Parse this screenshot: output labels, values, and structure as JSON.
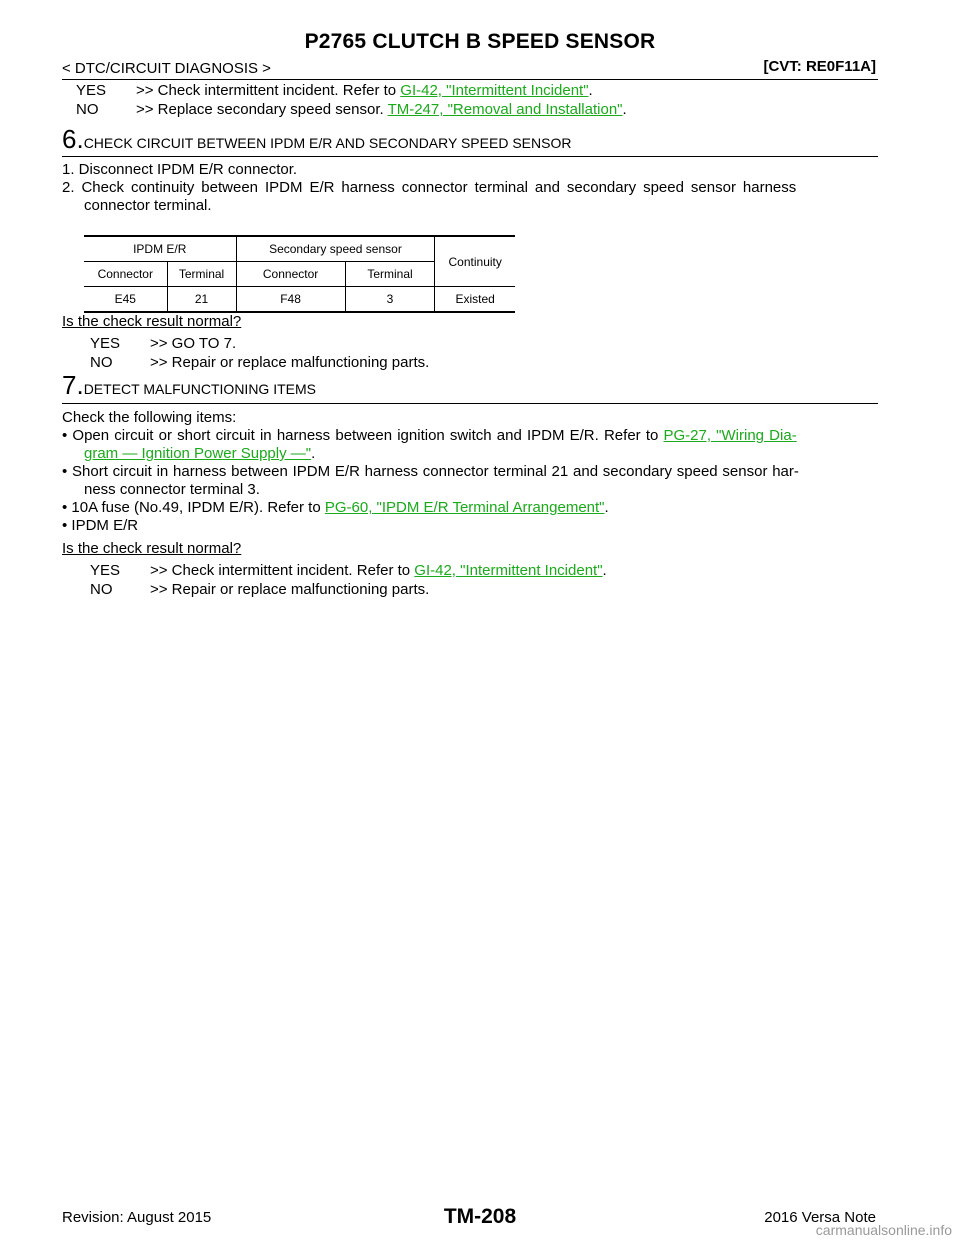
{
  "header": {
    "title": "P2765 CLUTCH B SPEED SENSOR",
    "section": "< DTC/CIRCUIT DIAGNOSIS >",
    "model": "[CVT: RE0F11A]"
  },
  "top_results": [
    {
      "key": "YES",
      "text": ">> Check intermittent incident. Refer to ",
      "link": "GI-42, \"Intermittent Incident\"",
      "suffix": "."
    },
    {
      "key": "NO",
      "text": ">> Replace secondary speed sensor. ",
      "link": "TM-247, \"Removal and Installation\"",
      "suffix": "."
    }
  ],
  "step6": {
    "num": "6.",
    "title": "CHECK CIRCUIT BETWEEN IPDM E/R AND SECONDARY SPEED SENSOR",
    "items": [
      "1.  Disconnect IPDM E/R connector.",
      "2.  Check continuity between IPDM E/R harness connector terminal and secondary speed sensor harness",
      "connector terminal."
    ],
    "table": {
      "group1": "IPDM E/R",
      "group2": "Secondary speed sensor",
      "continuity": "Continuity",
      "headers": [
        "Connector",
        "Terminal",
        "Connector",
        "Terminal"
      ],
      "row": [
        "E45",
        "21",
        "F48",
        "3",
        "Existed"
      ]
    },
    "question": "Is the check result normal?",
    "results": [
      {
        "key": "YES",
        "text": ">> GO TO 7."
      },
      {
        "key": "NO",
        "text": ">> Repair or replace malfunctioning parts."
      }
    ]
  },
  "step7": {
    "num": "7.",
    "title": "DETECT MALFUNCTIONING ITEMS",
    "intro": "Check the following items:",
    "bullet1_line1": "•  Open circuit or short circuit in harness between ignition switch and IPDM E/R. Refer to ",
    "bullet1_link1": "PG-27, \"Wiring Dia-",
    "bullet1_link2": "gram — Ignition Power Supply —\"",
    "bullet1_suffix": ".",
    "bullet2_line1": "•  Short circuit in harness between IPDM E/R harness connector terminal 21 and secondary speed sensor har-",
    "bullet2_line2": "ness connector terminal 3.",
    "bullet3_text": "•  10A fuse (No.49, IPDM E/R). Refer to ",
    "bullet3_link": "PG-60, \"IPDM E/R Terminal Arrangement\"",
    "bullet3_suffix": ".",
    "bullet4": "•  IPDM E/R",
    "question": "Is the check result normal?",
    "results": [
      {
        "key": "YES",
        "text": ">> Check intermittent incident. Refer to ",
        "link": "GI-42, \"Intermittent Incident\"",
        "suffix": "."
      },
      {
        "key": "NO",
        "text": ">> Repair or replace malfunctioning parts."
      }
    ]
  },
  "footer": {
    "revision": "Revision: August 2015",
    "page": "TM-208",
    "model": "2016 Versa Note",
    "watermark": "carmanualsonline.info"
  }
}
